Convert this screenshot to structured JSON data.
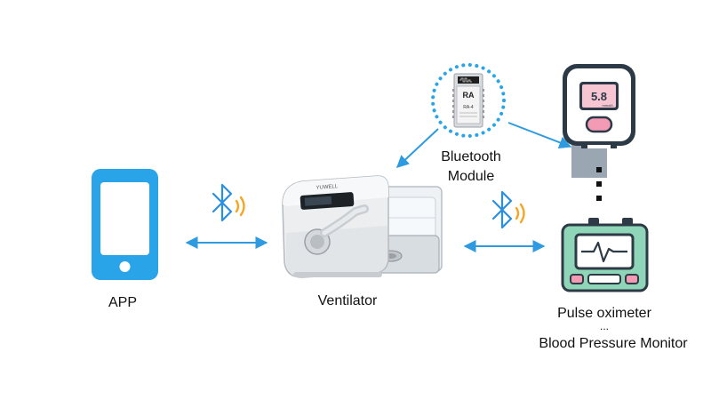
{
  "labels": {
    "app": "APP",
    "ventilator": "Ventilator",
    "bluetooth_line1": "Bluetooth",
    "bluetooth_line2": "Module",
    "pulse_oximeter": "Pulse oximeter",
    "ellipsis": "...",
    "blood_pressure_monitor": "Blood Pressure Monitor"
  },
  "module_chip": {
    "brand": "RA",
    "code": "RA-4"
  },
  "glucometer_display": {
    "reading": "5.8",
    "unit": "mmol/L"
  },
  "ventilator_device": {
    "brand": "YUWELL"
  },
  "colors": {
    "accent_blue": "#2AA4E8",
    "link_blue": "#2E9BE0",
    "bluetooth_blue": "#2B8FE0",
    "signal_orange": "#F5A623",
    "monitor_green": "#8FD6B8",
    "monitor_dark": "#2E3B47",
    "pink": "#F39AB5"
  },
  "icons": [
    "smartphone-icon",
    "bluetooth-icon",
    "signal-wave-icon",
    "glucometer-icon",
    "pulse-monitor-icon",
    "bluetooth-chip-icon",
    "ventilator-device"
  ]
}
